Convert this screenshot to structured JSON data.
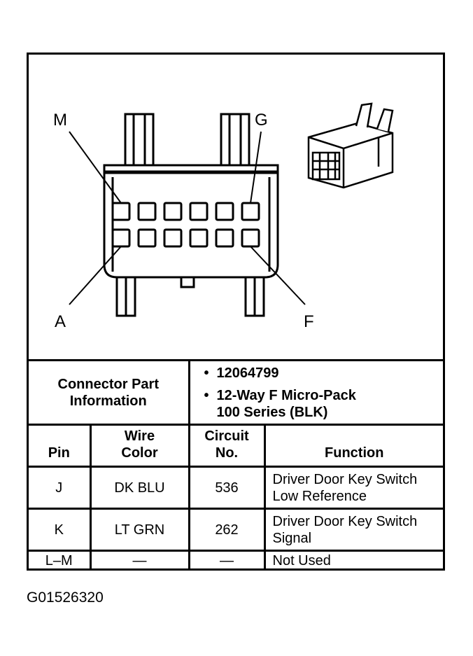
{
  "diagram": {
    "callouts": {
      "top_left": "M",
      "top_right": "G",
      "bottom_left": "A",
      "bottom_right": "F"
    }
  },
  "connector_info": {
    "label_line1": "Connector Part",
    "label_line2": "Information",
    "part_number": "12064799",
    "description_line1": "12-Way F Micro-Pack",
    "description_line2": "100 Series (BLK)",
    "bullet": "•"
  },
  "table": {
    "headers": {
      "pin": "Pin",
      "wire_color_1": "Wire",
      "wire_color_2": "Color",
      "circuit_1": "Circuit",
      "circuit_2": "No.",
      "function": "Function"
    },
    "rows": [
      {
        "pin": "J",
        "wire_color": "DK BLU",
        "circuit": "536",
        "function_1": "Driver Door Key Switch",
        "function_2": "Low Reference"
      },
      {
        "pin": "K",
        "wire_color": "LT GRN",
        "circuit": "262",
        "function_1": "Driver Door Key Switch",
        "function_2": "Signal"
      },
      {
        "pin": "L–M",
        "wire_color": "—",
        "circuit": "—",
        "function_1": "Not Used",
        "function_2": ""
      }
    ]
  },
  "figure_id": "G01526320"
}
